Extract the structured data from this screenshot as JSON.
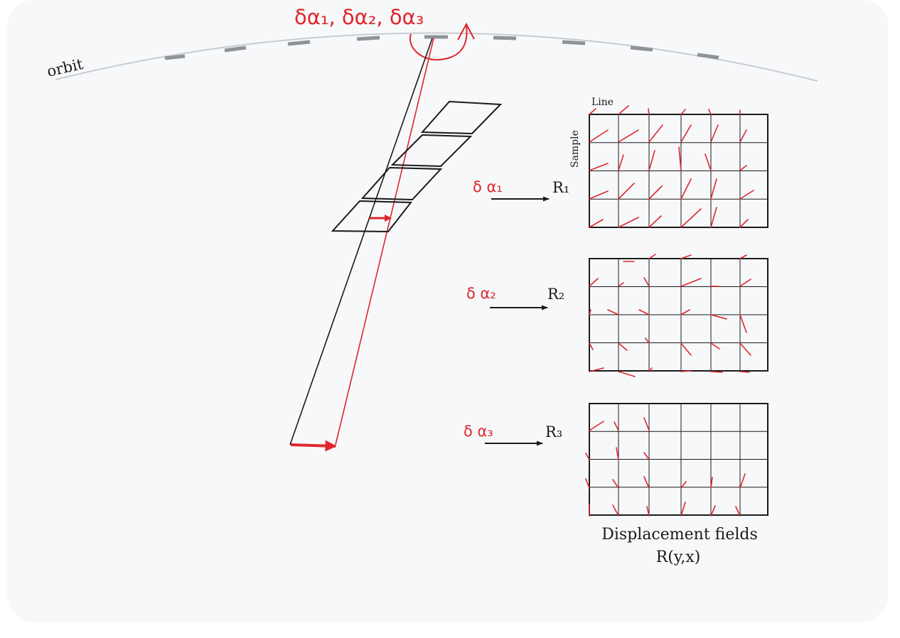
{
  "labels": {
    "orbit": "orbit",
    "attitude_top": "δα₁, δα₂, δα₃",
    "line": "Line",
    "sample": "Sample",
    "caption_line1": "Displacement fields",
    "caption_line2": "R(y,x)"
  },
  "rows": [
    {
      "delta": "δ α₁",
      "result": "R₁"
    },
    {
      "delta": "δ α₂",
      "result": "R₂"
    },
    {
      "delta": "δ α₃",
      "result": "R₃"
    }
  ],
  "colors": {
    "accent": "#e0262c",
    "ink": "#1a1a1a",
    "orbit": "#c8cbcf",
    "segment": "#8f9297",
    "card": "#f6f8fa"
  }
}
